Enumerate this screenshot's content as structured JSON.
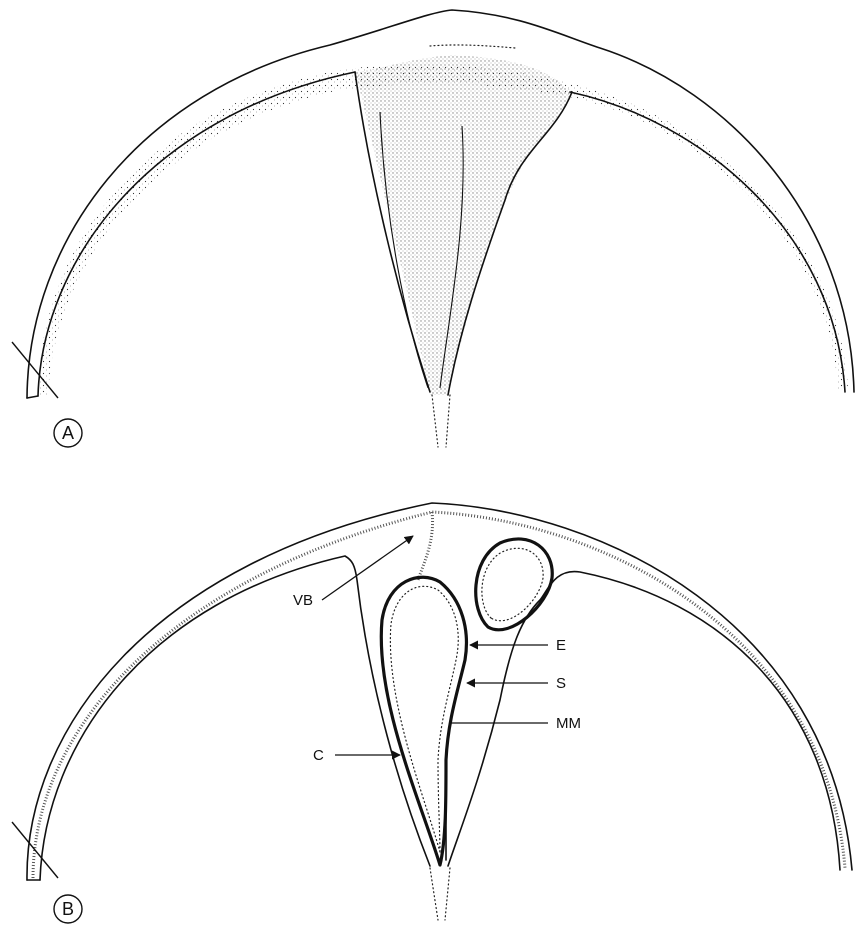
{
  "panels": [
    {
      "id": "A",
      "label": "A"
    },
    {
      "id": "B",
      "label": "B"
    }
  ],
  "labels": {
    "vb": "VB",
    "e": "E",
    "s": "S",
    "mm": "MM",
    "c": "C"
  },
  "colors": {
    "ink": "#111111",
    "background": "#ffffff"
  }
}
